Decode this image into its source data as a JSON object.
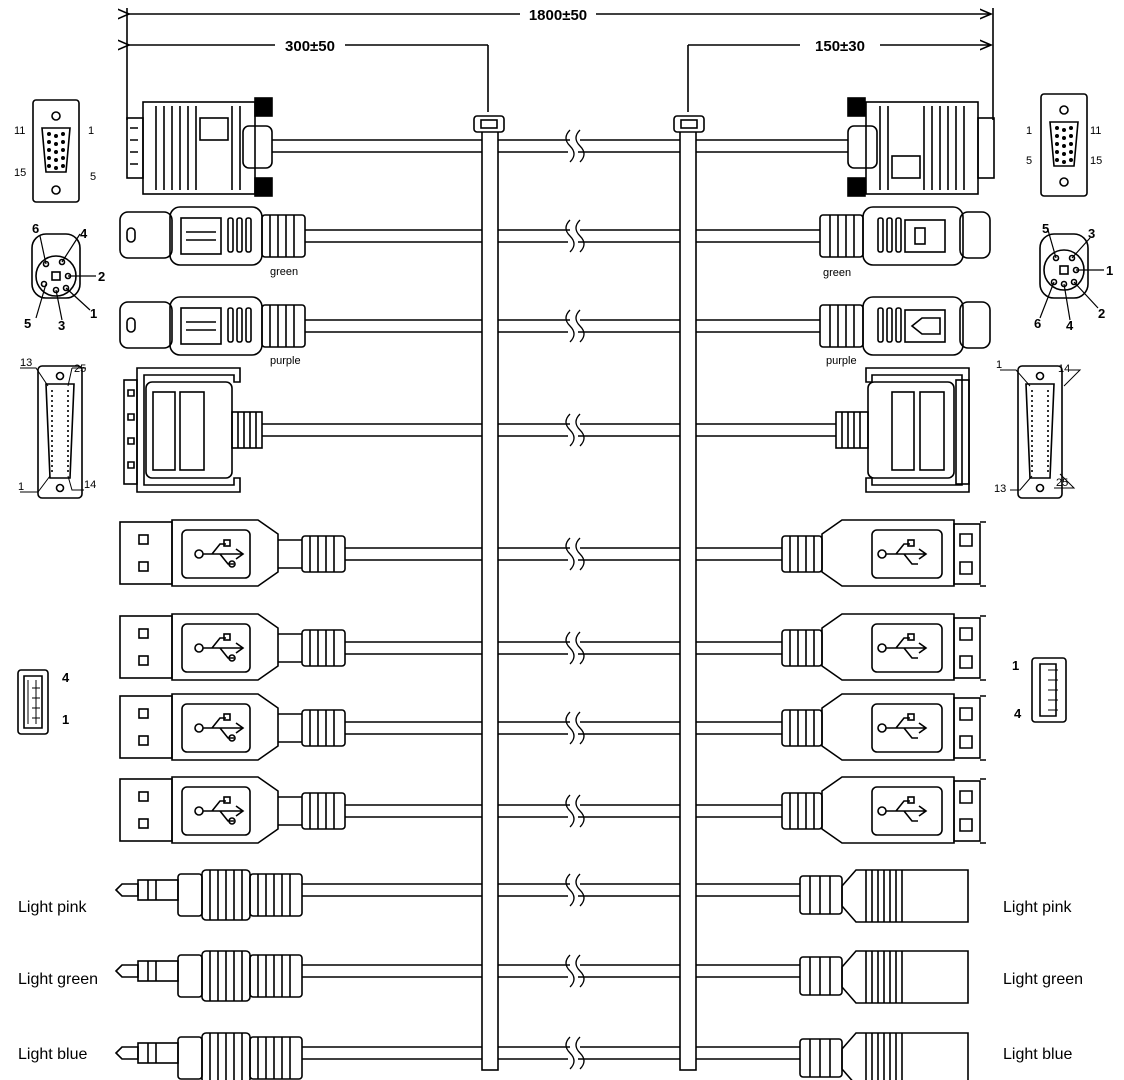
{
  "dimensions": {
    "overall": "1800±50",
    "left_breakout": "300±50",
    "right_breakout": "150±30"
  },
  "vga_pinout_left": {
    "pin_top_left": "11",
    "pin_top_right": "1",
    "pin_bottom_left": "15",
    "pin_bottom_right": "5"
  },
  "vga_pinout_right": {
    "pin_top_left": "1",
    "pin_top_right": "11",
    "pin_bottom_left": "5",
    "pin_bottom_right": "15"
  },
  "ps2_pinout_left": {
    "p6": "6",
    "p4": "4",
    "p2": "2",
    "p5": "5",
    "p3": "3",
    "p1": "1"
  },
  "ps2_pinout_right": {
    "p5": "5",
    "p3": "3",
    "p1": "1",
    "p6": "6",
    "p4": "4",
    "p2": "2"
  },
  "ps2_colors": {
    "keyboard": "green",
    "mouse": "purple"
  },
  "db25_pinout_left": {
    "top_left": "13",
    "top_right": "25",
    "bottom_left": "1",
    "bottom_right": "14"
  },
  "db25_pinout_right": {
    "top_left": "1",
    "top_right": "14",
    "bottom_left": "13",
    "bottom_right": "25"
  },
  "usb_pinout_left": {
    "top": "4",
    "bottom": "1"
  },
  "usb_pinout_right": {
    "top": "1",
    "bottom": "4"
  },
  "audio_colors": [
    "Light pink",
    "Light green",
    "Light blue"
  ]
}
